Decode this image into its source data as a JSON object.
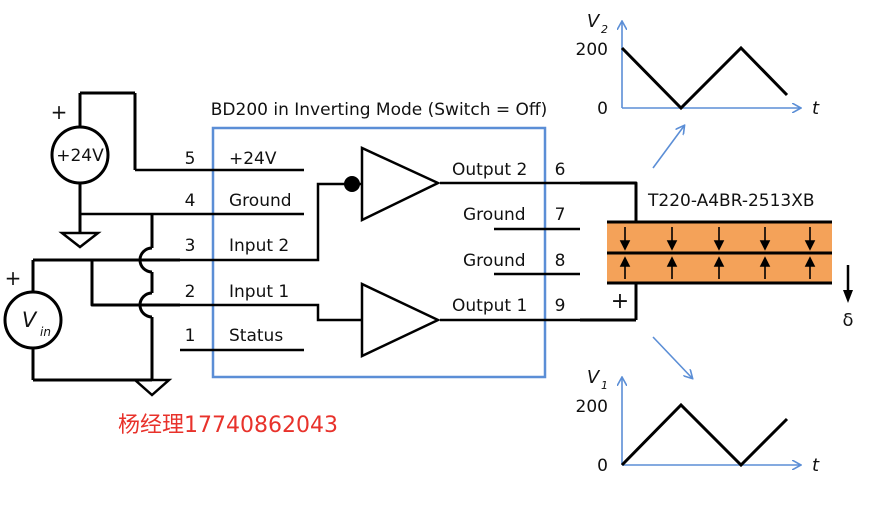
{
  "module": {
    "title": "BD200 in Inverting Mode (Switch = Off)",
    "pins_left": [
      {
        "num": "5",
        "label": "+24V"
      },
      {
        "num": "4",
        "label": "Ground"
      },
      {
        "num": "3",
        "label": "Input 2"
      },
      {
        "num": "2",
        "label": "Input 1"
      },
      {
        "num": "1",
        "label": "Status"
      }
    ],
    "pins_right": [
      {
        "num": "6",
        "label": "Output 2"
      },
      {
        "num": "7",
        "label": "Ground"
      },
      {
        "num": "8",
        "label": "Ground"
      },
      {
        "num": "9",
        "label": "Output 1"
      }
    ]
  },
  "supply": {
    "label": "+24V",
    "plus": "+"
  },
  "source": {
    "label_main": "V",
    "label_sub": "in",
    "plus": "+"
  },
  "actuator": {
    "model": "T220-A4BR-2513XB",
    "plus": "+",
    "displacement": "δ"
  },
  "plot_v2": {
    "y_main": "V",
    "y_sub": "2",
    "y_tick_max": "200",
    "y_tick_min": "0",
    "x_label": "t"
  },
  "plot_v1": {
    "y_main": "V",
    "y_sub": "1",
    "y_tick_max": "200",
    "y_tick_min": "0",
    "x_label": "t"
  },
  "watermark": "杨经理17740862043",
  "colors": {
    "frame": "#5b8ed6",
    "piezo": "#f4a259",
    "watermark": "#e8322b"
  }
}
